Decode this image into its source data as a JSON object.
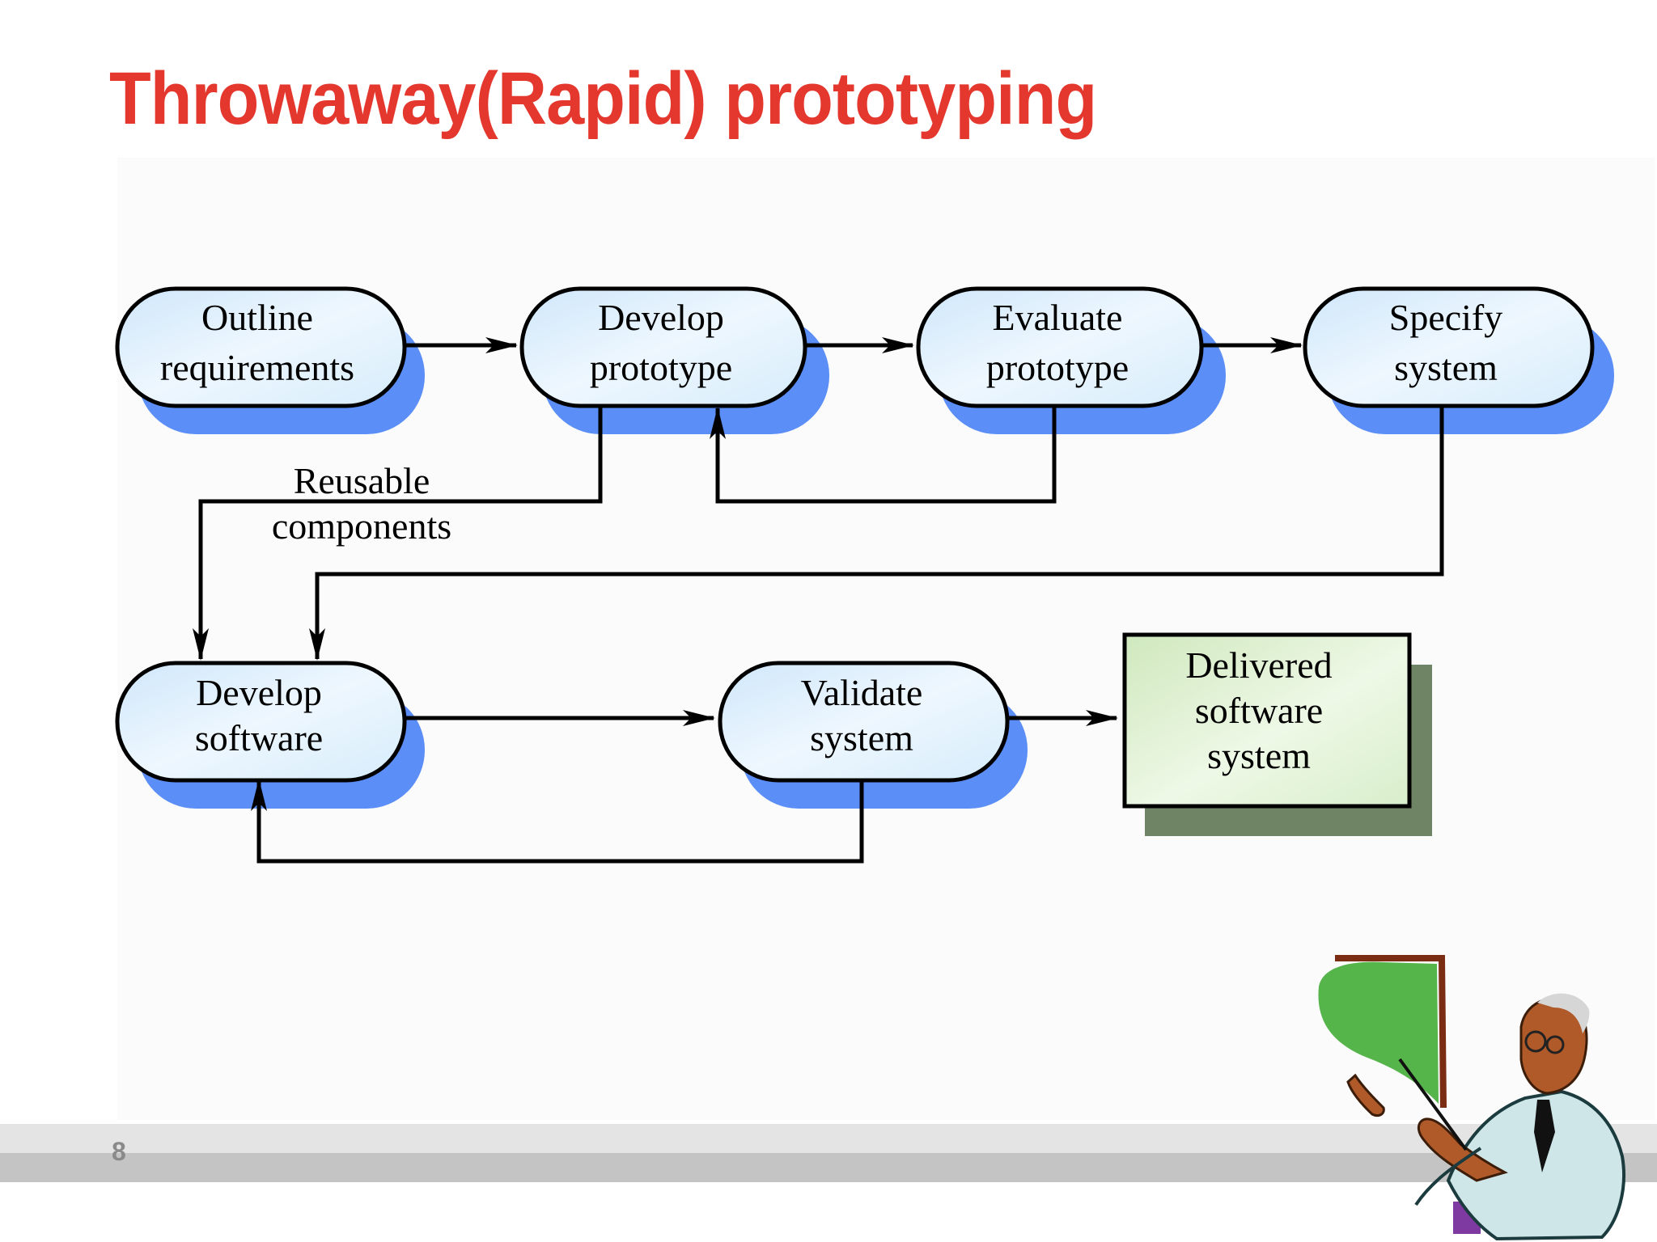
{
  "slide": {
    "title": "Throwaway(Rapid) prototyping",
    "page_number": "8"
  },
  "diagram": {
    "nodes": {
      "outline": {
        "line1": "Outline",
        "line2": "requirements"
      },
      "develop_prototype": {
        "line1": "Develop",
        "line2": "prototype"
      },
      "evaluate": {
        "line1": "Evaluate",
        "line2": "prototype"
      },
      "specify": {
        "line1": "Specify",
        "line2": "system"
      },
      "develop_software": {
        "line1": "Develop",
        "line2": "software"
      },
      "validate": {
        "line1": "Validate",
        "line2": "system"
      },
      "delivered": {
        "line1": "Delivered",
        "line2": "software",
        "line3": "system"
      }
    },
    "edge_labels": {
      "reusable": {
        "line1": "Reusable",
        "line2": "components"
      }
    }
  },
  "colors": {
    "title": "#e4382f",
    "node_shadow": "#5b8ef7",
    "node_fill": "#e2f0fb",
    "deliverable_fill": "#dff0cf",
    "deliverable_shadow": "#6f8465"
  },
  "clipart": {
    "icon": "presenter-with-board-icon"
  }
}
